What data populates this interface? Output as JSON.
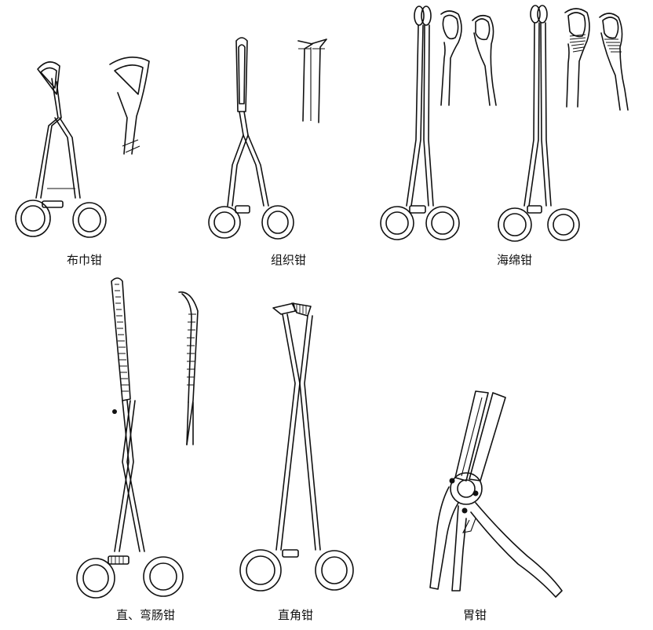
{
  "figure": {
    "labels": {
      "towel_clamp": "布巾钳",
      "tissue_forceps": "组织钳",
      "sponge_forceps": "海绵钳",
      "intestinal_clamp": "直、弯肠钳",
      "right_angle_clamp": "直角钳",
      "stomach_clamp": "胃钳"
    },
    "colors": {
      "ink": "#111111",
      "background": "#ffffff"
    }
  }
}
